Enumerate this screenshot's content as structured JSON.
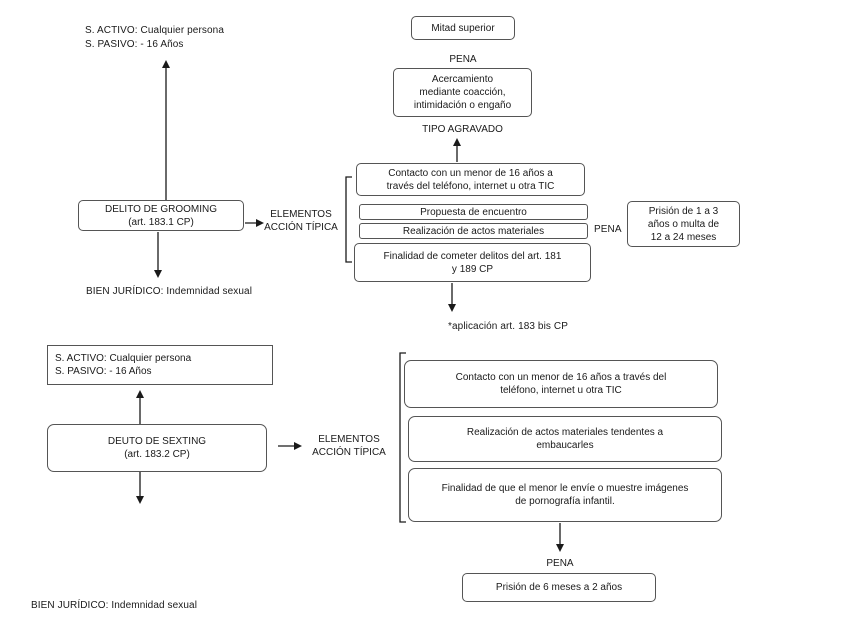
{
  "grooming": {
    "subjects": [
      "S. ACTIVO: Cualquier persona",
      "S. PASIVO: - 16 Años"
    ],
    "crime": [
      "DELITO DE GROOMING",
      "(art. 183.1 CP)"
    ],
    "legal_good": "BIEN JURÍDICO: Indemnidad sexual",
    "elements_label": [
      "ELEMENTOS",
      "ACCIÓN TÍPICA"
    ],
    "upper_half": "Mitad superior",
    "pena_top": "PENA",
    "aggravated": [
      "Acercamiento",
      "mediante coacción,",
      "intimidación o engaño"
    ],
    "aggravated_label": "TIPO AGRAVADO",
    "elements": [
      [
        "Contacto con un menor de 16 años a",
        "través del teléfono, internet u otra TIC"
      ],
      [
        "Propuesta de encuentro"
      ],
      [
        "Realización de actos materiales"
      ],
      [
        "Finalidad de cometer delitos del art. 181",
        "y 189 CP"
      ]
    ],
    "pena_label": "PENA",
    "penalty": [
      "Prisión de 1 a 3",
      "años o multa de",
      "12 a 24 meses"
    ],
    "note": "*aplicación art. 183 bis CP"
  },
  "sexting": {
    "subjects": [
      "S. ACTIVO: Cualquier persona",
      "S. PASIVO: - 16 Años"
    ],
    "crime": [
      "DEUTO DE SEXTING",
      "(art. 183.2 CP)"
    ],
    "elements_label": [
      "ELEMENTOS",
      "ACCIÓN TÍPICA"
    ],
    "elements": [
      [
        "Contacto con un menor de 16 años a través del",
        "teléfono, internet u otra TIC"
      ],
      [
        "Realización de actos materiales tendentes a",
        "embaucarles"
      ],
      [
        "Finalidad de que el menor le envíe o muestre imágenes",
        "de pornografía infantil."
      ]
    ],
    "pena_label": "PENA",
    "penalty": "Prisión de 6 meses a 2 años",
    "legal_good": "BIEN JURÍDICO: Indemnidad sexual"
  }
}
